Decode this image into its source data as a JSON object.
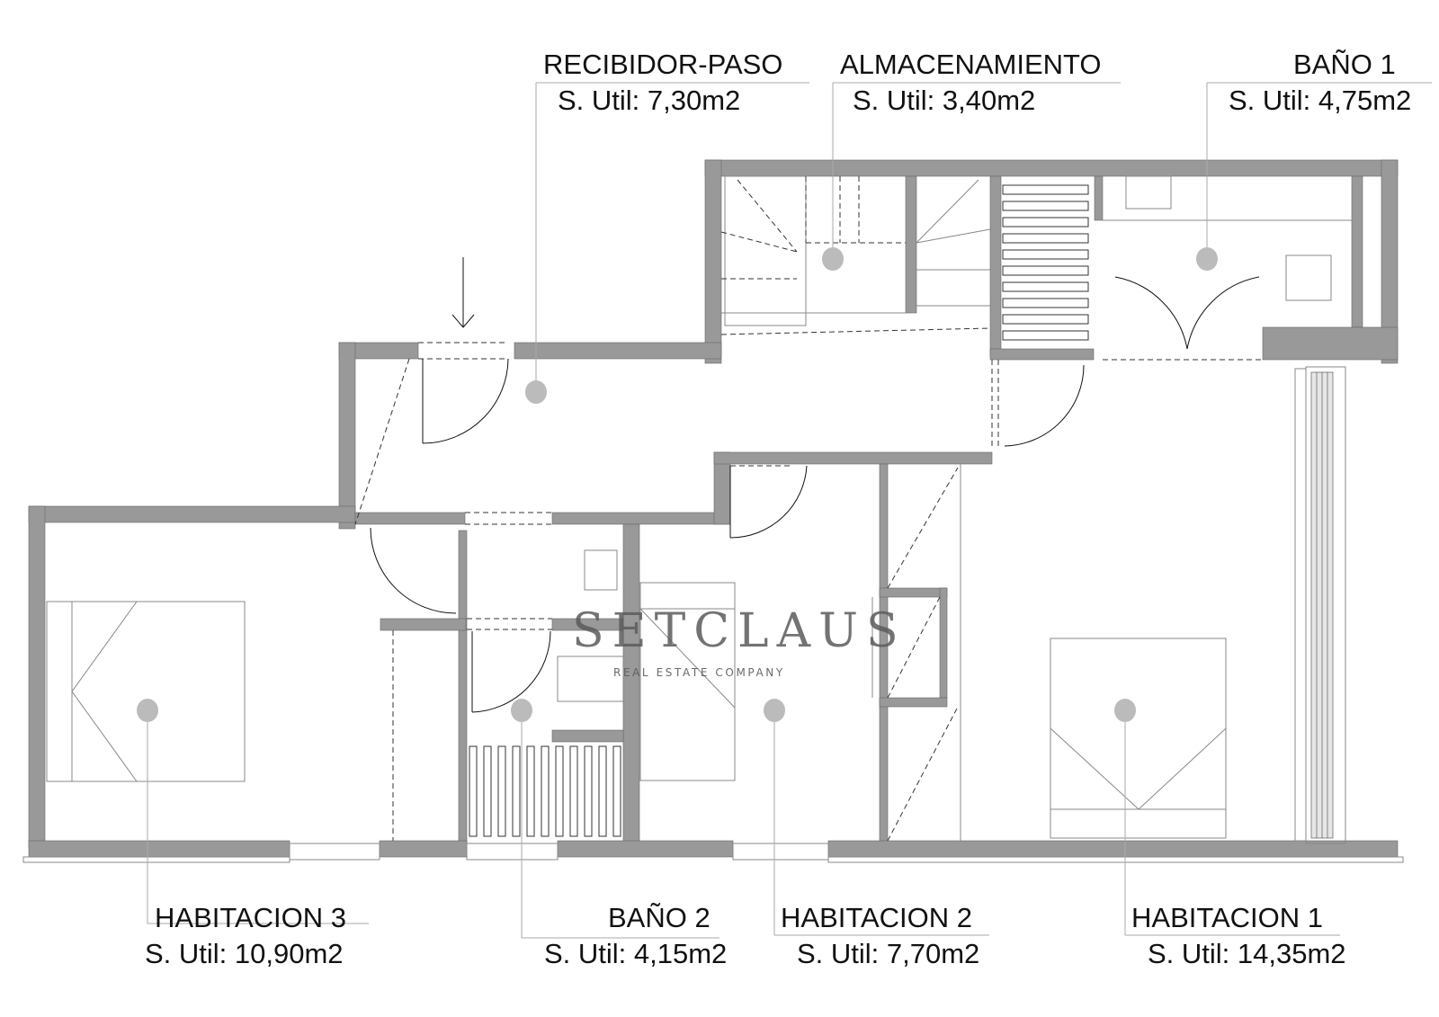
{
  "plan": {
    "wall_color": "#999999",
    "marker_color": "#bbbbbb",
    "rooms": [
      {
        "id": "recibidor",
        "name": "RECIBIDOR-PASO",
        "area": "S. Util: 7,30m2"
      },
      {
        "id": "almacenamiento",
        "name": "ALMACENAMIENTO",
        "area": "S. Util: 3,40m2"
      },
      {
        "id": "bano1",
        "name": "BAÑO 1",
        "area": "S. Util: 4,75m2"
      },
      {
        "id": "habitacion3",
        "name": "HABITACION 3",
        "area": "S. Util: 10,90m2"
      },
      {
        "id": "bano2",
        "name": "BAÑO 2",
        "area": "S. Util: 4,15m2"
      },
      {
        "id": "habitacion2",
        "name": "HABITACION 2",
        "area": "S. Util: 7,70m2"
      },
      {
        "id": "habitacion1",
        "name": "HABITACION 1",
        "area": "S. Util: 14,35m2"
      }
    ]
  },
  "watermark": {
    "title": "SETCLAUS",
    "subtitle": "REAL ESTATE COMPANY"
  }
}
